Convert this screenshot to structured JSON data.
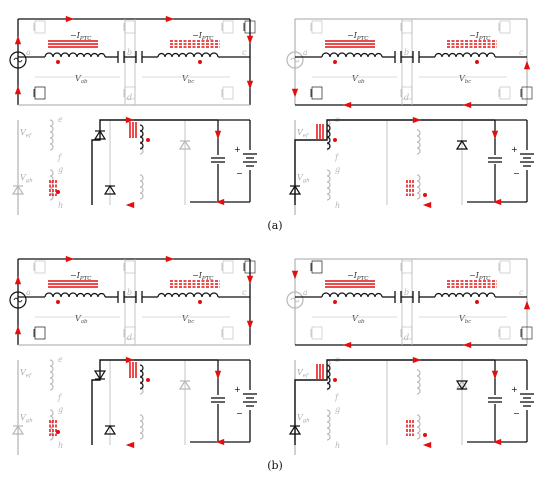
{
  "captions": {
    "top": "(a)",
    "bottom": "(b)"
  },
  "labels": {
    "i_ptc": "I",
    "i_ptc_sub": "PTC",
    "v_ab": "V",
    "v_ab_sub": "ab",
    "v_bc": "V",
    "v_bc_sub": "bc",
    "v_e": "V",
    "v_e_sub": "ef",
    "v_g": "V",
    "v_g_sub": "gh",
    "plus": "+",
    "minus": "−",
    "node_a": "a",
    "node_b": "b",
    "node_c": "c",
    "node_d": "d",
    "node_e": "e",
    "node_f": "f",
    "node_g": "g",
    "node_h": "h"
  },
  "colors": {
    "wire_active": "#111111",
    "wire_inactive": "#b8b8b8",
    "current_arrow": "#e01010",
    "coil_field": "#e01010",
    "background": "#ffffff"
  }
}
